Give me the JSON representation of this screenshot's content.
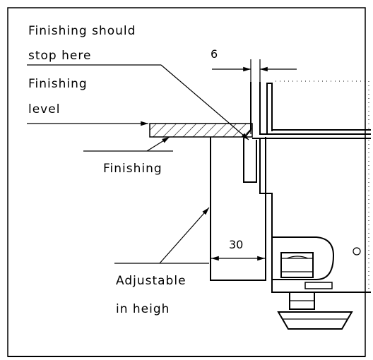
{
  "labels": {
    "finishing_stop_line1": "Finishing should",
    "finishing_stop_line2": "stop here",
    "finishing_level_line1": "Finishing",
    "finishing_level_line2": "level",
    "finishing": "Finishing",
    "adjustable_line1": "Adjustable",
    "adjustable_line2": "in heigh"
  },
  "dimensions": {
    "gap": "6",
    "width": "30"
  }
}
